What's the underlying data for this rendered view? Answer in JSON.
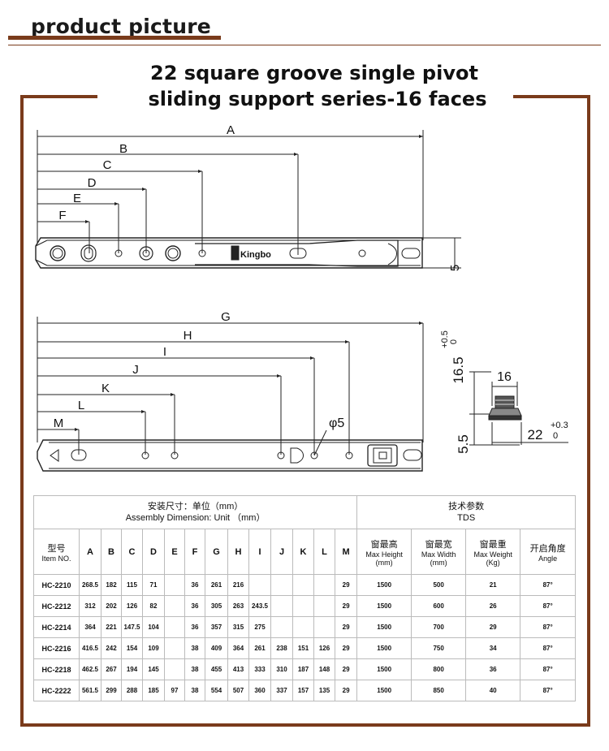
{
  "header": {
    "title": "product picture"
  },
  "title": {
    "line1": "22 square groove single pivot",
    "line2": "sliding support series-16 faces"
  },
  "drawing_top": {
    "dims": [
      "A",
      "B",
      "C",
      "D",
      "E",
      "F"
    ],
    "logo": "Kingbo",
    "height_label": "5"
  },
  "drawing_bottom": {
    "dims": [
      "G",
      "H",
      "I",
      "J",
      "K",
      "L",
      "M"
    ],
    "hole_label": "φ5"
  },
  "section": {
    "height_value": "16.5",
    "height_tol_upper": "+0.5",
    "height_tol_lower": "0",
    "top_width": "16",
    "base_height": "5.5",
    "base_width": "22",
    "width_tol_upper": "+0.3",
    "width_tol_lower": "0"
  },
  "table": {
    "assembly_header_cn": "安装尺寸：单位（mm）",
    "assembly_header_en": "Assembly Dimension: Unit （mm）",
    "tds_header_cn": "技术参数",
    "tds_header_en": "TDS",
    "item_cn": "型号",
    "item_en": "Item NO.",
    "dim_columns": [
      "A",
      "B",
      "C",
      "D",
      "E",
      "F",
      "G",
      "H",
      "I",
      "J",
      "K",
      "L",
      "M"
    ],
    "tds_columns": [
      {
        "cn": "窗最高",
        "en": "Max Height",
        "unit": "(mm)"
      },
      {
        "cn": "窗最宽",
        "en": "Max Width",
        "unit": "(mm)"
      },
      {
        "cn": "窗最重",
        "en": "Max Weight",
        "unit": "(Kg)"
      },
      {
        "cn": "开启角度",
        "en": "Angle",
        "unit": ""
      }
    ],
    "rows": [
      {
        "item": "HC-2210",
        "A": "268.5",
        "B": "182",
        "C": "115",
        "D": "71",
        "E": "",
        "F": "36",
        "G": "261",
        "H": "216",
        "I": "",
        "J": "",
        "K": "",
        "L": "",
        "M": "29",
        "height": "1500",
        "width": "500",
        "weight": "21",
        "angle": "87°"
      },
      {
        "item": "HC-2212",
        "A": "312",
        "B": "202",
        "C": "126",
        "D": "82",
        "E": "",
        "F": "36",
        "G": "305",
        "H": "263",
        "I": "243.5",
        "J": "",
        "K": "",
        "L": "",
        "M": "29",
        "height": "1500",
        "width": "600",
        "weight": "26",
        "angle": "87°"
      },
      {
        "item": "HC-2214",
        "A": "364",
        "B": "221",
        "C": "147.5",
        "D": "104",
        "E": "",
        "F": "36",
        "G": "357",
        "H": "315",
        "I": "275",
        "J": "",
        "K": "",
        "L": "",
        "M": "29",
        "height": "1500",
        "width": "700",
        "weight": "29",
        "angle": "87°"
      },
      {
        "item": "HC-2216",
        "A": "416.5",
        "B": "242",
        "C": "154",
        "D": "109",
        "E": "",
        "F": "38",
        "G": "409",
        "H": "364",
        "I": "261",
        "J": "238",
        "K": "151",
        "L": "126",
        "M": "29",
        "height": "1500",
        "width": "750",
        "weight": "34",
        "angle": "87°"
      },
      {
        "item": "HC-2218",
        "A": "462.5",
        "B": "267",
        "C": "194",
        "D": "145",
        "E": "",
        "F": "38",
        "G": "455",
        "H": "413",
        "I": "333",
        "J": "310",
        "K": "187",
        "L": "148",
        "M": "29",
        "height": "1500",
        "width": "800",
        "weight": "36",
        "angle": "87°"
      },
      {
        "item": "HC-2222",
        "A": "561.5",
        "B": "299",
        "C": "288",
        "D": "185",
        "E": "97",
        "F": "38",
        "G": "554",
        "H": "507",
        "I": "360",
        "J": "337",
        "K": "157",
        "L": "135",
        "M": "29",
        "height": "1500",
        "width": "850",
        "weight": "40",
        "angle": "87°"
      }
    ]
  }
}
